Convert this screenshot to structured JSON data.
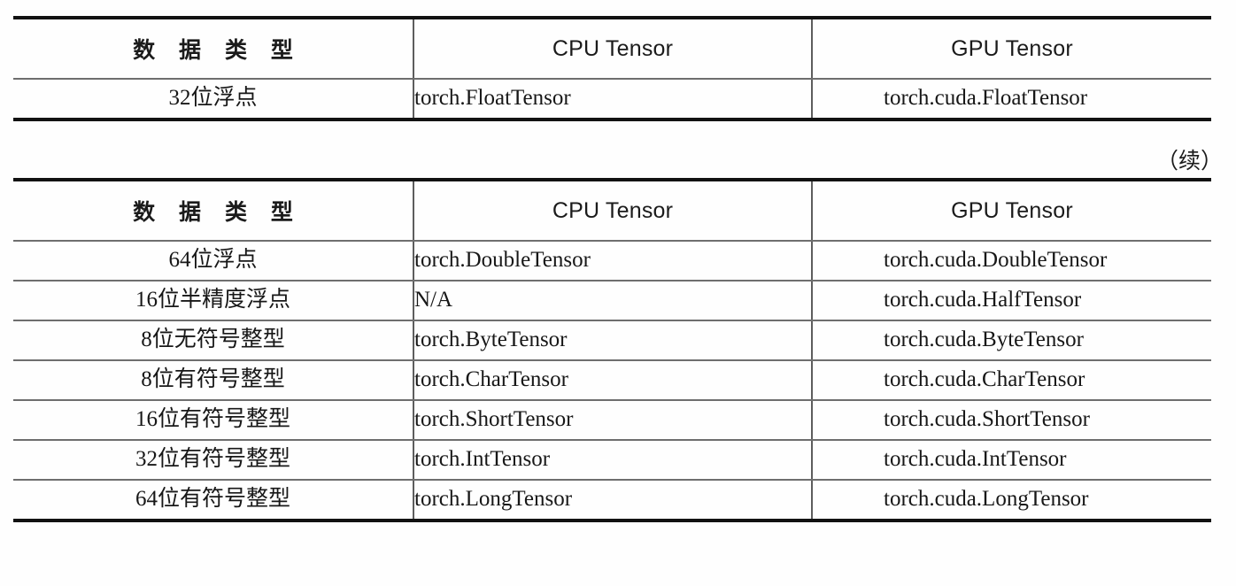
{
  "document": {
    "continuation_note": "（续）"
  },
  "table_first": {
    "columns": [
      "数 据 类 型",
      "CPU Tensor",
      "GPU Tensor"
    ],
    "rows": [
      {
        "type": "32位浮点",
        "cpu": "torch.FloatTensor",
        "gpu": "torch.cuda.FloatTensor"
      }
    ]
  },
  "table_second": {
    "columns": [
      "数 据 类 型",
      "CPU Tensor",
      "GPU Tensor"
    ],
    "rows": [
      {
        "type": "64位浮点",
        "cpu": "torch.DoubleTensor",
        "gpu": "torch.cuda.DoubleTensor"
      },
      {
        "type": "16位半精度浮点",
        "cpu": "N/A",
        "gpu": "torch.cuda.HalfTensor"
      },
      {
        "type": "8位无符号整型",
        "cpu": "torch.ByteTensor",
        "gpu": "torch.cuda.ByteTensor"
      },
      {
        "type": "8位有符号整型",
        "cpu": "torch.CharTensor",
        "gpu": "torch.cuda.CharTensor"
      },
      {
        "type": "16位有符号整型",
        "cpu": "torch.ShortTensor",
        "gpu": "torch.cuda.ShortTensor"
      },
      {
        "type": "32位有符号整型",
        "cpu": "torch.IntTensor",
        "gpu": "torch.cuda.IntTensor"
      },
      {
        "type": "64位有符号整型",
        "cpu": "torch.LongTensor",
        "gpu": "torch.cuda.LongTensor"
      }
    ]
  },
  "colors": {
    "page_background": "#fefefe",
    "text": "#171717",
    "rule_heavy": "#121212",
    "rule_light": "#6e6e6e"
  }
}
